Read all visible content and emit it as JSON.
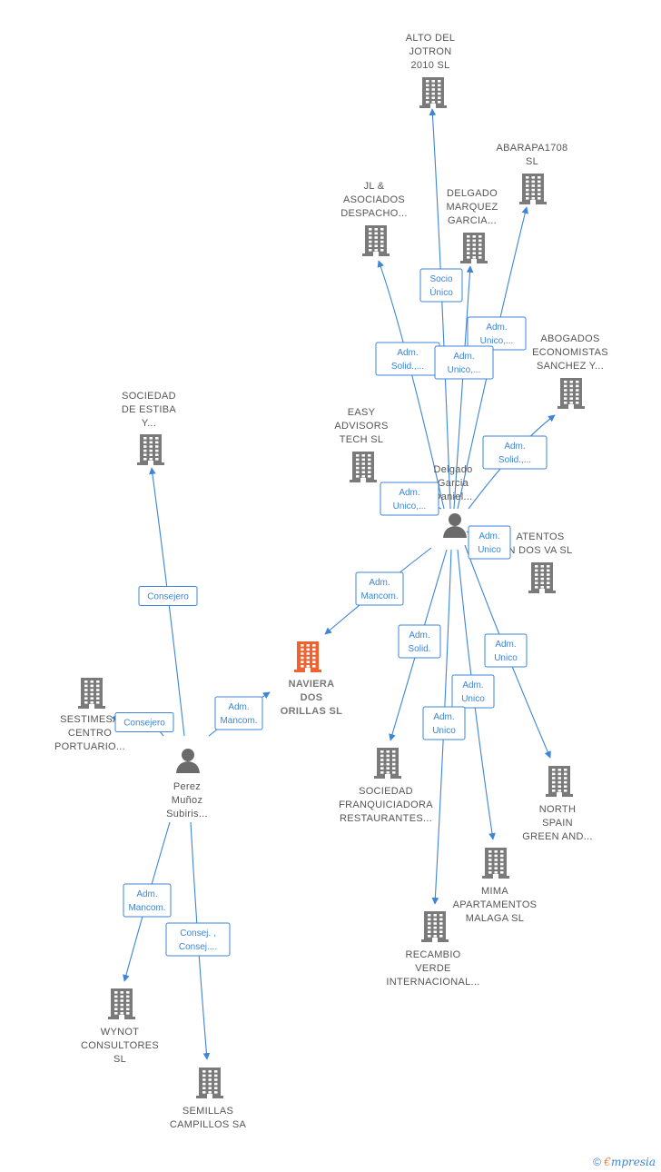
{
  "colors": {
    "building": "#7a7a7a",
    "focus_building": "#f0622f",
    "person": "#6b6b6b",
    "edge": "#3d85d6"
  },
  "nodes": [
    {
      "id": "alto",
      "type": "company",
      "lines": [
        "ALTO DEL",
        "JOTRON",
        "2010 SL"
      ]
    },
    {
      "id": "abarapa",
      "type": "company",
      "lines": [
        "ABARAPA1708",
        "SL"
      ]
    },
    {
      "id": "jl",
      "type": "company",
      "lines": [
        "JL &",
        "ASOCIADOS",
        "DESPACHO..."
      ]
    },
    {
      "id": "delgado_marquez",
      "type": "company",
      "lines": [
        "DELGADO",
        "MARQUEZ",
        "GARCIA..."
      ]
    },
    {
      "id": "abogados",
      "type": "company",
      "lines": [
        "ABOGADOS",
        "ECONOMISTAS",
        "SANCHEZ Y..."
      ]
    },
    {
      "id": "easy",
      "type": "company",
      "lines": [
        "EASY",
        "ADVISORS",
        "TECH  SL"
      ]
    },
    {
      "id": "delgado_person",
      "type": "person",
      "lines": [
        "Delgado",
        "Garcia",
        "Daniel..."
      ]
    },
    {
      "id": "atentos",
      "type": "company",
      "lines": [
        "ATENTOS",
        "N DOS VA  SL"
      ]
    },
    {
      "id": "sociedad_estiba",
      "type": "company",
      "lines": [
        "SOCIEDAD",
        "DE ESTIBA",
        "Y..."
      ]
    },
    {
      "id": "naviera",
      "type": "focus",
      "lines": [
        "NAVIERA",
        "DOS",
        "ORILLAS  SL"
      ]
    },
    {
      "id": "sestimesa",
      "type": "company",
      "lines": [
        "SESTIMESA",
        "CENTRO",
        "PORTUARIO..."
      ]
    },
    {
      "id": "perez",
      "type": "person",
      "lines": [
        "Perez",
        "Muñoz",
        "Subiris..."
      ]
    },
    {
      "id": "franquiciadora",
      "type": "company",
      "lines": [
        "SOCIEDAD",
        "FRANQUICIADORA",
        "RESTAURANTES..."
      ]
    },
    {
      "id": "north",
      "type": "company",
      "lines": [
        "NORTH",
        "SPAIN",
        "GREEN AND..."
      ]
    },
    {
      "id": "mima",
      "type": "company",
      "lines": [
        "MIMA",
        "APARTAMENTOS",
        "MALAGA  SL"
      ]
    },
    {
      "id": "recambio",
      "type": "company",
      "lines": [
        "RECAMBIO",
        "VERDE",
        "INTERNACIONAL..."
      ]
    },
    {
      "id": "wynot",
      "type": "company",
      "lines": [
        "WYNOT",
        "CONSULTORES",
        "SL"
      ]
    },
    {
      "id": "semillas",
      "type": "company",
      "lines": [
        "SEMILLAS",
        "CAMPILLOS SA"
      ]
    }
  ],
  "edges": [
    {
      "id": "e-alto",
      "from": "delgado_person",
      "to": "alto",
      "label": [
        "Socio",
        "Único"
      ]
    },
    {
      "id": "e-abarapa",
      "from": "delgado_person",
      "to": "abarapa",
      "label": [
        "Adm.",
        "Unico,..."
      ]
    },
    {
      "id": "e-jl",
      "from": "delgado_person",
      "to": "jl",
      "label": [
        "Adm.",
        "Solid.,..."
      ]
    },
    {
      "id": "e-dm",
      "from": "delgado_person",
      "to": "delgado_marquez",
      "label": [
        "Adm.",
        "Unico,..."
      ]
    },
    {
      "id": "e-abog",
      "from": "delgado_person",
      "to": "abogados",
      "label": [
        "Adm.",
        "Solid.,..."
      ]
    },
    {
      "id": "e-easy",
      "from": "delgado_person",
      "to": "easy",
      "label": [
        "Adm.",
        "Unico,..."
      ]
    },
    {
      "id": "e-aten",
      "from": "delgado_person",
      "to": "atentos",
      "label": [
        "Adm.",
        "Unico"
      ]
    },
    {
      "id": "e-nav1",
      "from": "delgado_person",
      "to": "naviera",
      "label": [
        "Adm.",
        "Mancom."
      ]
    },
    {
      "id": "e-franq",
      "from": "delgado_person",
      "to": "franquiciadora",
      "label": [
        "Adm.",
        "Solid."
      ]
    },
    {
      "id": "e-north",
      "from": "delgado_person",
      "to": "north",
      "label": [
        "Adm.",
        "Unico"
      ]
    },
    {
      "id": "e-mima",
      "from": "delgado_person",
      "to": "mima",
      "label": [
        "Adm.",
        "Unico"
      ]
    },
    {
      "id": "e-rec",
      "from": "delgado_person",
      "to": "recambio",
      "label": [
        "Adm.",
        "Unico"
      ]
    },
    {
      "id": "e-estiba",
      "from": "perez",
      "to": "sociedad_estiba",
      "label": [
        "Consejero"
      ]
    },
    {
      "id": "e-sest",
      "from": "perez",
      "to": "sestimesa",
      "label": [
        "Consejero"
      ]
    },
    {
      "id": "e-nav2",
      "from": "perez",
      "to": "naviera",
      "label": [
        "Adm.",
        "Mancom."
      ]
    },
    {
      "id": "e-wynot",
      "from": "perez",
      "to": "wynot",
      "label": [
        "Adm.",
        "Mancom."
      ]
    },
    {
      "id": "e-sem",
      "from": "perez",
      "to": "semillas",
      "label": [
        "Consej. ,",
        "Consej...."
      ]
    }
  ],
  "footer": {
    "copyright": "©",
    "brand_initial": "€",
    "brand_rest": "mpresia"
  }
}
